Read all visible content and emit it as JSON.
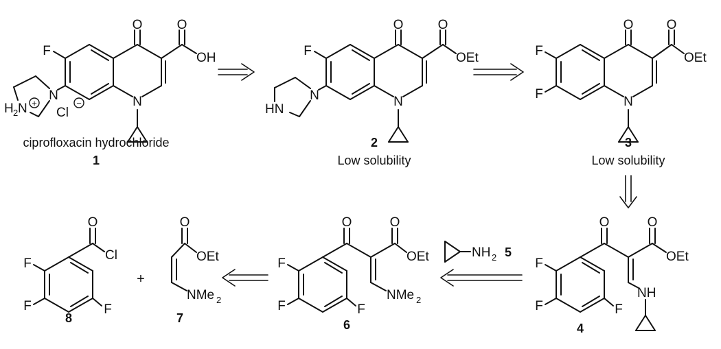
{
  "compounds": {
    "c1": {
      "number": "1",
      "caption": "ciprofloxacin hydrochloride"
    },
    "c2": {
      "number": "2",
      "caption": "Low solubility"
    },
    "c3": {
      "number": "3",
      "caption": "Low solubility"
    },
    "c4": {
      "number": "4"
    },
    "c5": {
      "number": "5"
    },
    "c6": {
      "number": "6"
    },
    "c7": {
      "number": "7"
    },
    "c8": {
      "number": "8"
    }
  },
  "labels": {
    "O": "O",
    "F": "F",
    "N": "N",
    "OH": "OH",
    "OEt": "OEt",
    "H2N": "H",
    "H2N_sub": "2",
    "H2N_N": "N",
    "plus_charge": "+",
    "Cl": "Cl",
    "minus_charge": "−",
    "HN": "HN",
    "NMe": "NMe",
    "NMe_sub": "2",
    "NH": "NH",
    "NH2": "NH",
    "NH2_sub": "2",
    "Cl_acyl": "Cl",
    "plus": "+"
  }
}
